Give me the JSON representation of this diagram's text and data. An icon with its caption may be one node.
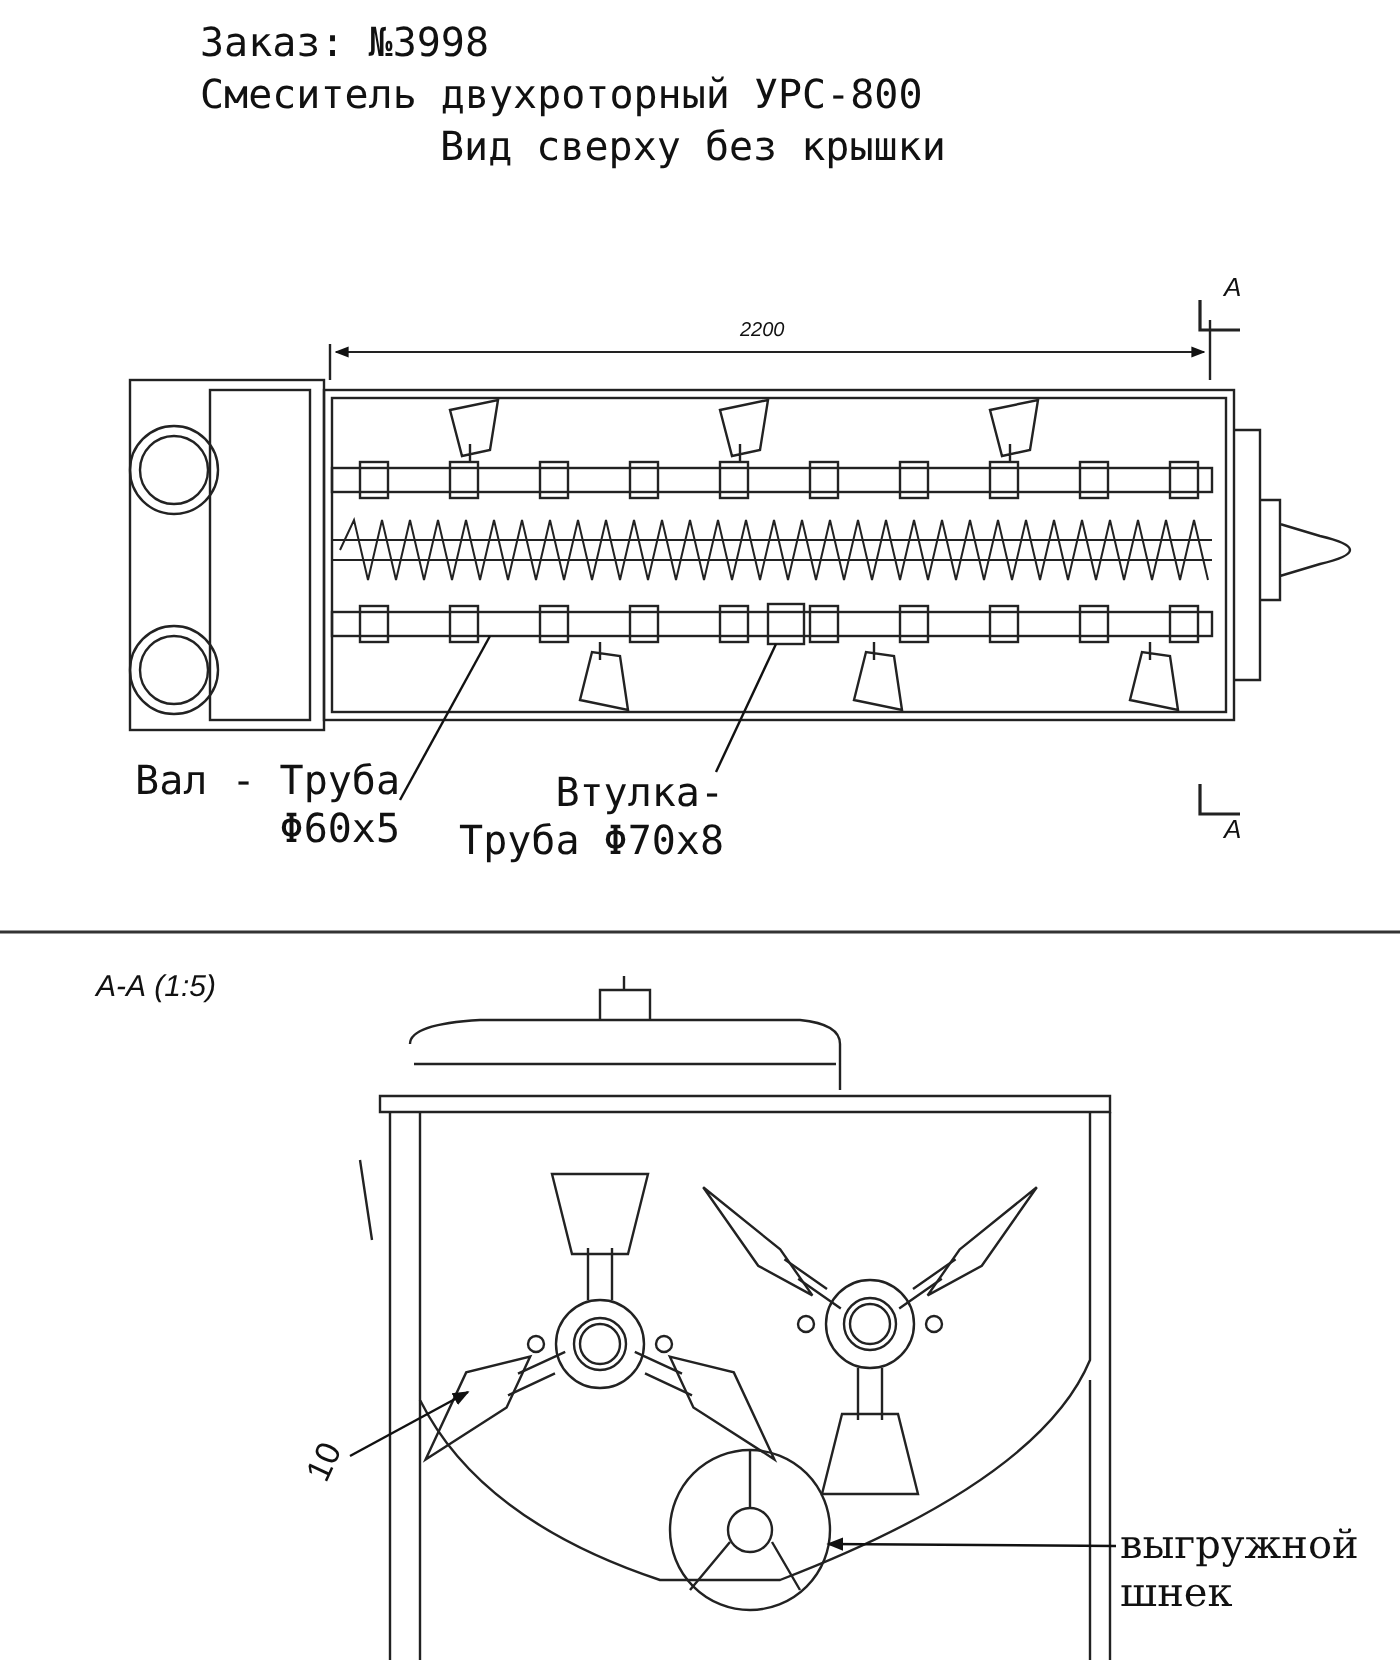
{
  "diagram": {
    "nodes": [
      {
        "text": [
          "Вал - Труба Φ60х5"
        ]
      },
      {
        "text": [],
        "shape": "bar"
      },
      {
        "text": [
          "Втулка- Труба Φ70х8"
        ]
      },
      {
        "text": [],
        "shape": "box"
      },
      {
        "text": [
          "10"
        ]
      },
      {
        "text": [],
        "shape": "trapezoid"
      },
      {
        "text": [
          "выгружной шнек"
        ]
      },
      {
        "text": [],
        "shape": "circle"
      }
    ],
    "edges": [
      {
        "from": 0,
        "to": 1,
        "arrow": "none"
      },
      {
        "from": 2,
        "to": 3,
        "arrow": "none"
      },
      {
        "from": 4,
        "to": 5,
        "arrow": "to"
      },
      {
        "from": 6,
        "to": 7,
        "arrow": "to"
      }
    ],
    "labels": [
      "Заказ: №3998",
      "Смеситель двухроторный УРС-800",
      "Вид сверху без крышки",
      "2200",
      "А",
      "А",
      "А-А (1:5)"
    ]
  }
}
